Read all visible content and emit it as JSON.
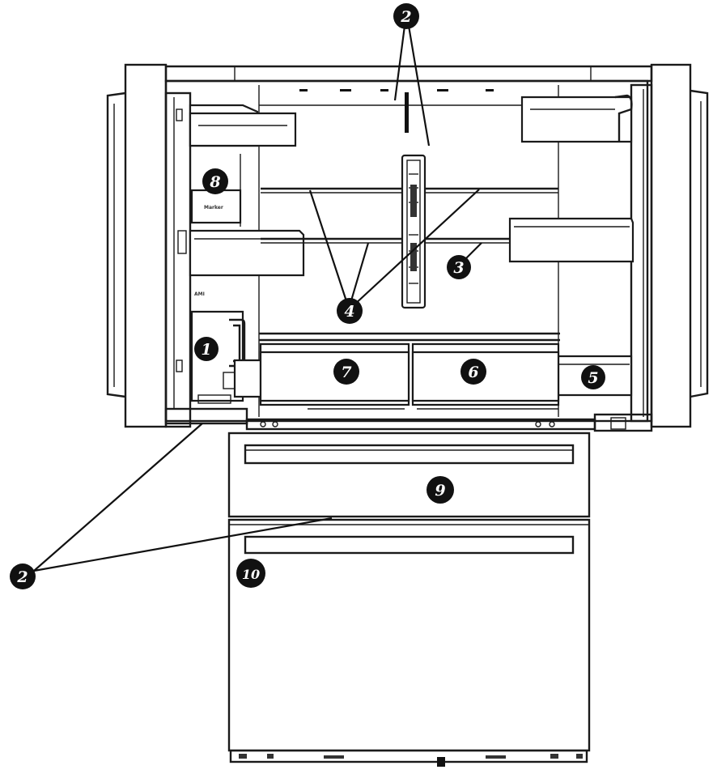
{
  "diagram": {
    "callouts": [
      {
        "id": "c1",
        "label": "1"
      },
      {
        "id": "c2-top",
        "label": "2"
      },
      {
        "id": "c2-bottom",
        "label": "2"
      },
      {
        "id": "c3",
        "label": "3"
      },
      {
        "id": "c4",
        "label": "4"
      },
      {
        "id": "c5",
        "label": "5"
      },
      {
        "id": "c6",
        "label": "6"
      },
      {
        "id": "c7",
        "label": "7"
      },
      {
        "id": "c8",
        "label": "8"
      },
      {
        "id": "c9",
        "label": "9"
      },
      {
        "id": "c10",
        "label": "10"
      }
    ],
    "door_bin_text": "Marker",
    "small_tag_text": "AMI"
  }
}
